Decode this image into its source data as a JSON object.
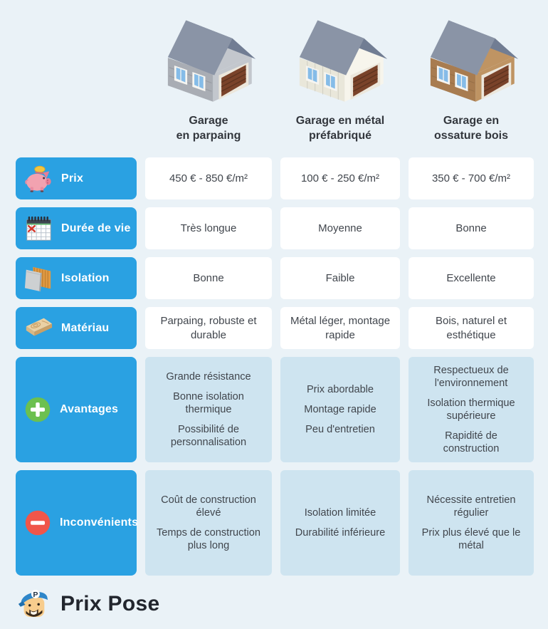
{
  "header": {
    "columns": [
      {
        "icon": "garage-parpaing-illustration",
        "title_line1": "Garage",
        "title_line2": "en parpaing"
      },
      {
        "icon": "garage-metal-illustration",
        "title_line1": "Garage en métal",
        "title_line2": "préfabriqué"
      },
      {
        "icon": "garage-bois-illustration",
        "title_line1": "Garage en",
        "title_line2": "ossature bois"
      }
    ]
  },
  "rows": [
    {
      "label": "Prix",
      "icon": "piggy-bank-icon",
      "style": "simple",
      "values": [
        "450 € - 850 €/m²",
        "100 € - 250 €/m²",
        "350 € - 700 €/m²"
      ]
    },
    {
      "label": "Durée de vie",
      "icon": "calendar-icon",
      "style": "simple",
      "values": [
        "Très longue",
        "Moyenne",
        "Bonne"
      ]
    },
    {
      "label": "Isolation",
      "icon": "insulation-panel-icon",
      "style": "simple",
      "values": [
        "Bonne",
        "Faible",
        "Excellente"
      ]
    },
    {
      "label": "Matériau",
      "icon": "wood-plank-icon",
      "style": "simple",
      "values": [
        "Parpaing, robuste et durable",
        "Métal léger, montage rapide",
        "Bois, naturel et esthétique"
      ]
    },
    {
      "label": "Avantages",
      "icon": "plus-circle-icon",
      "style": "list",
      "values": [
        [
          "Grande résistance",
          "Bonne isolation thermique",
          "Possibilité de personnalisation"
        ],
        [
          "Prix abordable",
          "Montage rapide",
          "Peu d'entretien"
        ],
        [
          "Respectueux de l'environnement",
          "Isolation thermique supérieure",
          "Rapidité de construction"
        ]
      ]
    },
    {
      "label": "Inconvénients",
      "icon": "minus-circle-icon",
      "style": "list",
      "values": [
        [
          "Coût de construction élevé",
          "Temps de construction plus long"
        ],
        [
          "Isolation limitée",
          "Durabilité inférieure"
        ],
        [
          "Nécessite entretien régulier",
          "Prix plus élevé que le métal"
        ]
      ]
    }
  ],
  "footer": {
    "brand": "Prix Pose",
    "logo": "prix-pose-mascot-icon"
  },
  "colors": {
    "background": "#eaf2f7",
    "label_blue": "#2aa1e2",
    "cell_white": "#ffffff",
    "cell_light_blue": "#cee4f0",
    "advantage_green": "#6cc04f",
    "disadvantage_red": "#f0564a",
    "text_dark": "#41464d"
  }
}
